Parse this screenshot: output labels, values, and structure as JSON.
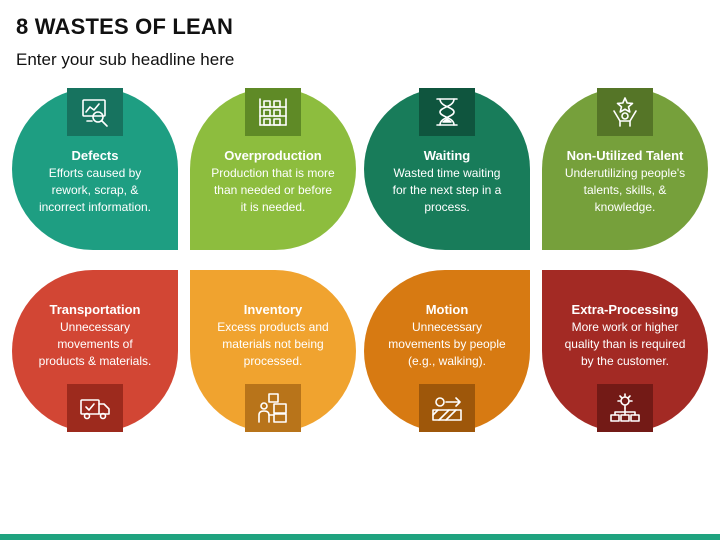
{
  "header": {
    "title": "8 WASTES OF LEAN",
    "subtitle": "Enter your sub headline here"
  },
  "colors": {
    "bottom_bar": "#1fa37f"
  },
  "wastes": [
    {
      "title": "Defects",
      "description": "Efforts caused by\nrework, scrap, &\nincorrect information.",
      "icon": "inspection-chart-icon",
      "color": "#1e9e82",
      "icon_bg": "#17735f"
    },
    {
      "title": "Overproduction",
      "description": "Production that is more\nthan needed or before\nit is needed.",
      "icon": "warehouse-shelves-icon",
      "color": "#8dbd3e",
      "icon_bg": "#5f8a26"
    },
    {
      "title": "Waiting",
      "description": "Wasted time waiting\nfor the next step in a\nprocess.",
      "icon": "hourglass-icon",
      "color": "#187c5a",
      "icon_bg": "#0f553e"
    },
    {
      "title": "Non-Utilized Talent",
      "description": "Underutilizing people's\ntalents, skills, &\nknowledge.",
      "icon": "star-person-icon",
      "color": "#76a03b",
      "icon_bg": "#557527"
    },
    {
      "title": "Transportation",
      "description": "Unnecessary\nmovements of\nproducts & materials.",
      "icon": "delivery-truck-icon",
      "color": "#d24634",
      "icon_bg": "#9d2a1d"
    },
    {
      "title": "Inventory",
      "description": "Excess products and\nmaterials not being\nprocessed.",
      "icon": "boxes-worker-icon",
      "color": "#f0a32f",
      "icon_bg": "#b8741a"
    },
    {
      "title": "Motion",
      "description": "Unnecessary\nmovements by people\n(e.g., walking).",
      "icon": "motion-arrow-icon",
      "color": "#d77a12",
      "icon_bg": "#9e570a"
    },
    {
      "title": "Extra-Processing",
      "description": "More work or higher\nquality than is required\nby the customer.",
      "icon": "process-gear-icon",
      "color": "#a32a24",
      "icon_bg": "#731a16"
    }
  ]
}
